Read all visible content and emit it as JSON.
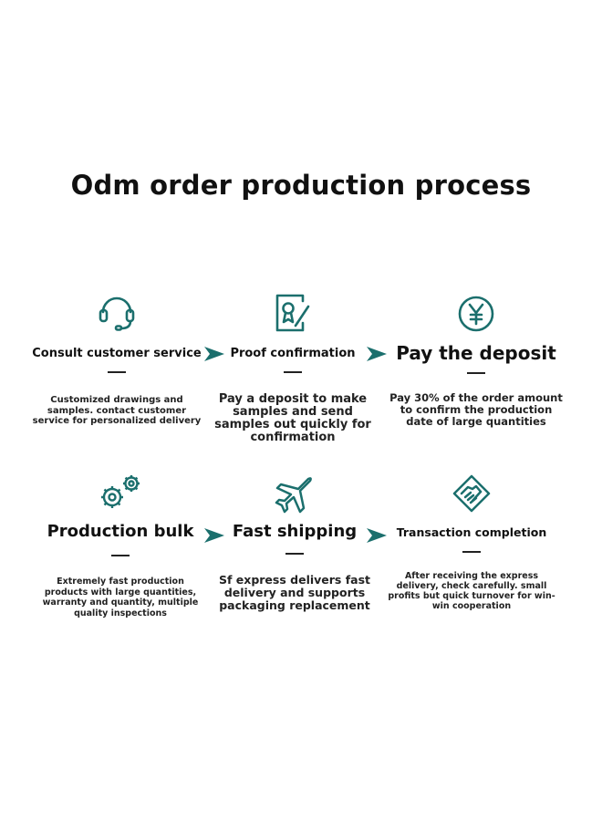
{
  "title": "Odm order production process",
  "colors": {
    "accent": "#1b6f6d",
    "text": "#111111"
  },
  "steps": [
    {
      "icon": "headset-icon",
      "name": "Consult customer service",
      "desc": "Customized drawings and samples. contact customer service for personalized delivery"
    },
    {
      "icon": "proof-document-icon",
      "name": "Proof confirmation",
      "desc": "Pay a deposit to make samples and send samples out quickly for confirmation"
    },
    {
      "icon": "yen-coin-icon",
      "name": "Pay the deposit",
      "desc": "Pay 30% of the order amount to confirm the production date of large quantities"
    },
    {
      "icon": "gears-icon",
      "name": "Production bulk",
      "desc": "Extremely fast production products with large quantities, warranty and quantity, multiple quality inspections"
    },
    {
      "icon": "airplane-icon",
      "name": "Fast shipping",
      "desc": "Sf express delivers fast delivery and supports packaging replacement"
    },
    {
      "icon": "handshake-icon",
      "name": "Transaction completion",
      "desc": "After receiving the express delivery, check carefully. small profits but quick turnover for win-win cooperation"
    }
  ]
}
